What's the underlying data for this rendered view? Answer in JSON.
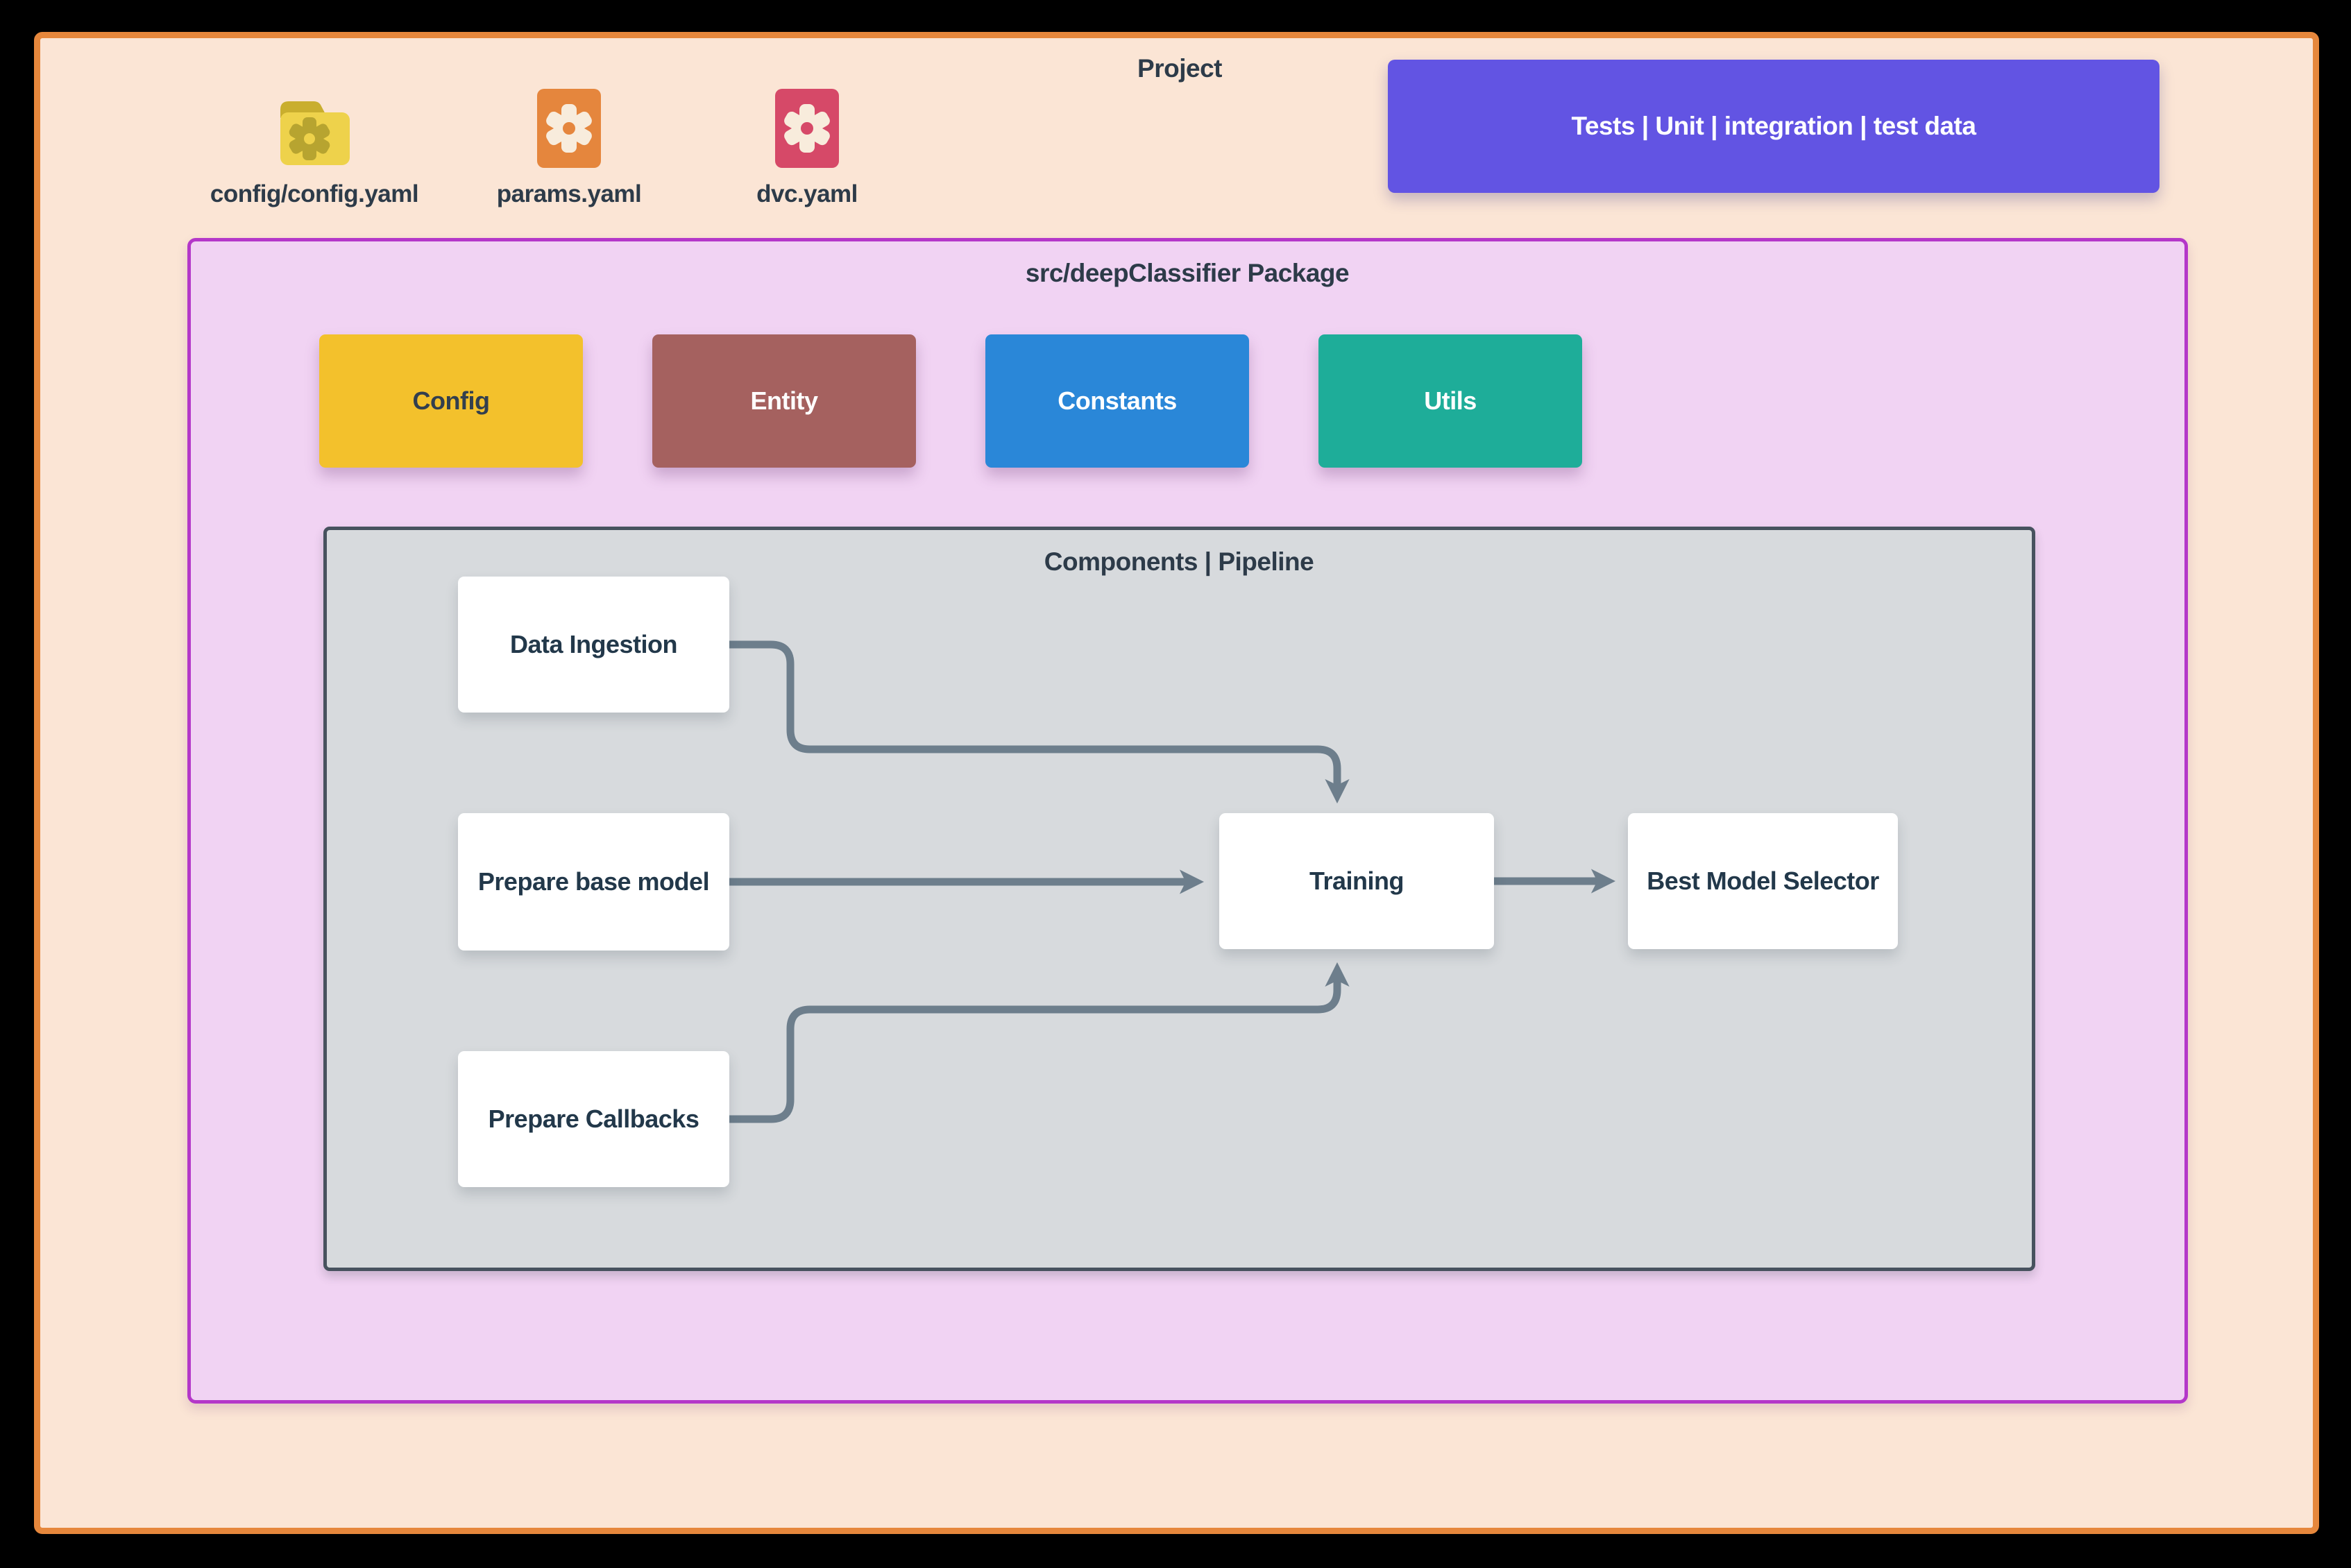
{
  "project": {
    "title": "Project",
    "frame_bg": "#fbe5d5",
    "frame_border": "#e6873c"
  },
  "files": [
    {
      "label": "config/config.yaml",
      "icon": "folder-gear-icon",
      "color": "#eed24b",
      "accent": "#c9ae2e",
      "gear_color": "#b7a430"
    },
    {
      "label": "params.yaml",
      "icon": "file-gear-icon",
      "color": "#e5863d",
      "gear_color": "#f8ecdc"
    },
    {
      "label": "dvc.yaml",
      "icon": "file-gear-icon",
      "color": "#d64968",
      "gear_color": "#f8ecdc"
    }
  ],
  "tests_banner": {
    "label": "Tests | Unit | integration | test data",
    "bg": "#6254e3",
    "text_color": "#ffffff"
  },
  "package": {
    "title": "src/deepClassifier Package",
    "bg": "#f1d3f3",
    "border": "#b437c9",
    "modules": [
      {
        "label": "Config",
        "bg": "#f3c12c",
        "text": "#323f4e"
      },
      {
        "label": "Entity",
        "bg": "#a5615f",
        "text": "#ffffff"
      },
      {
        "label": "Constants",
        "bg": "#2a87d8",
        "text": "#ffffff"
      },
      {
        "label": "Utils",
        "bg": "#1ead99",
        "text": "#ffffff"
      }
    ]
  },
  "pipeline": {
    "title": "Components | Pipeline",
    "bg": "#d7dadd",
    "border": "#47525e",
    "arrow_color": "#6d7e8c",
    "nodes": [
      {
        "id": "data_ingestion",
        "label": "Data Ingestion"
      },
      {
        "id": "prepare_base_model",
        "label": "Prepare base model"
      },
      {
        "id": "prepare_callbacks",
        "label": "Prepare Callbacks"
      },
      {
        "id": "training",
        "label": "Training"
      },
      {
        "id": "best_model_selector",
        "label": "Best Model Selector"
      }
    ],
    "edges": [
      {
        "from": "data_ingestion",
        "to": "training"
      },
      {
        "from": "prepare_base_model",
        "to": "training"
      },
      {
        "from": "prepare_callbacks",
        "to": "training"
      },
      {
        "from": "training",
        "to": "best_model_selector"
      }
    ]
  }
}
